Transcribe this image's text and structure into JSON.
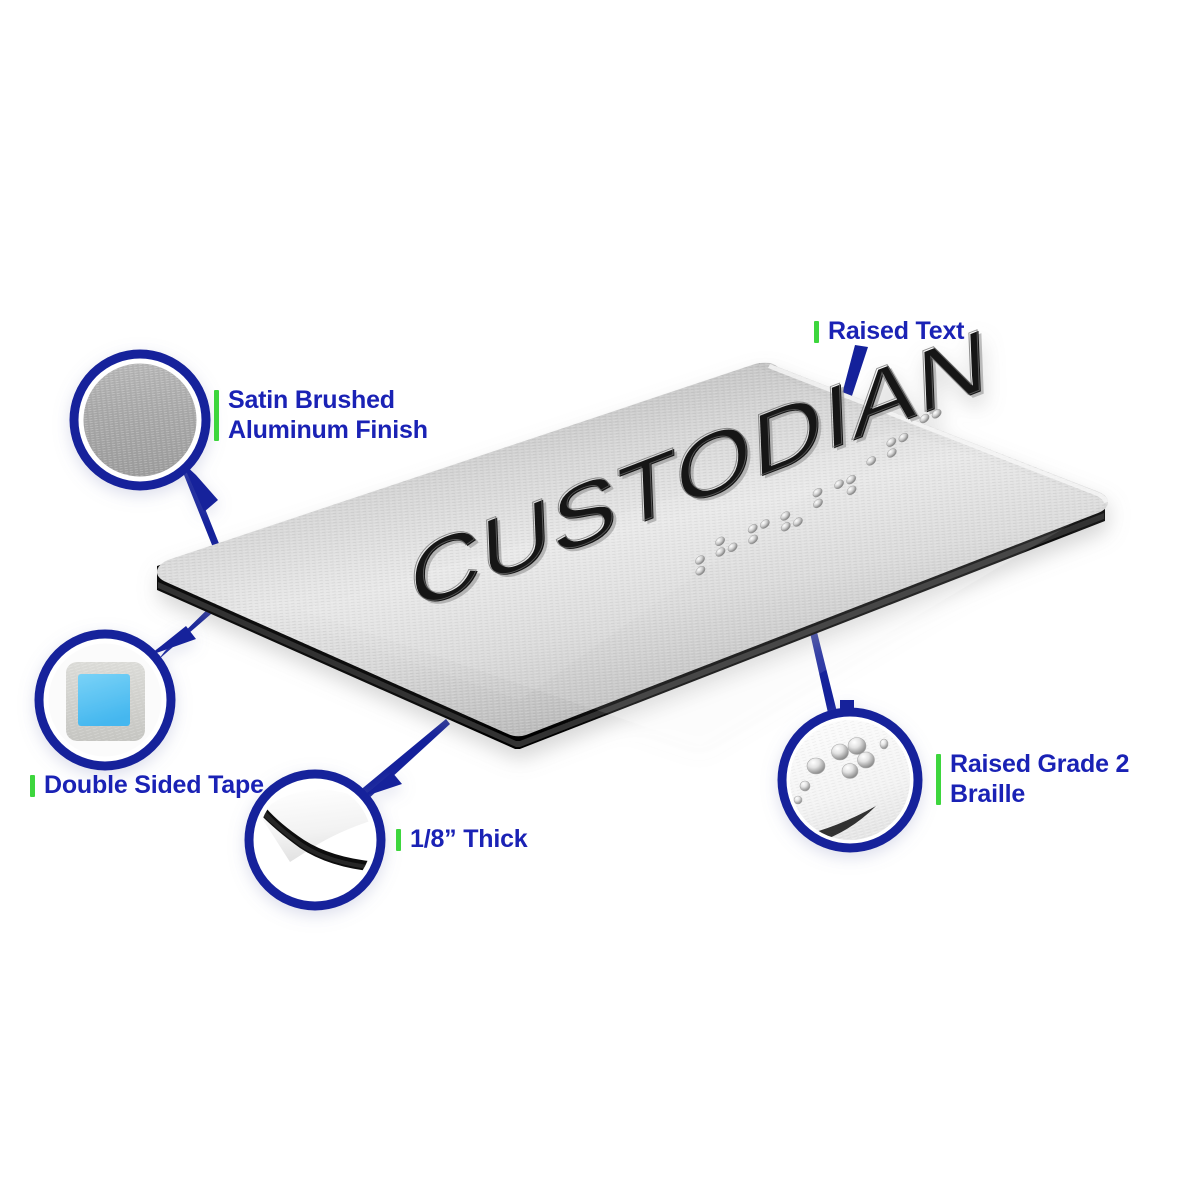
{
  "product": {
    "sign_text": "CUSTODIAN",
    "braille_text": "custodian",
    "plate_description": "brushed-aluminum-sign-plate"
  },
  "colors": {
    "accent_blue": "#1a22b5",
    "accent_green": "#3dd63d",
    "ring_blue": "#14219b",
    "plate_edge_black": "#1b1b1b",
    "tape_blue": "#5bc6f5",
    "tape_grey": "#cfcfcb",
    "background": "#ffffff"
  },
  "callouts": [
    {
      "id": "satin",
      "label": "Satin Brushed\nAluminum Finish",
      "magnifier": "satin-brushed-aluminum-swatch"
    },
    {
      "id": "tape",
      "label": "Double Sided Tape",
      "magnifier": "double-sided-tape-swatch"
    },
    {
      "id": "thick",
      "label": "1/8” Thick",
      "magnifier": "plate-edge-thickness-swatch"
    },
    {
      "id": "braille",
      "label": "Raised Grade 2\nBraille",
      "magnifier": "braille-dots-swatch"
    },
    {
      "id": "raisedtext",
      "label": "Raised Text",
      "magnifier": null
    }
  ]
}
